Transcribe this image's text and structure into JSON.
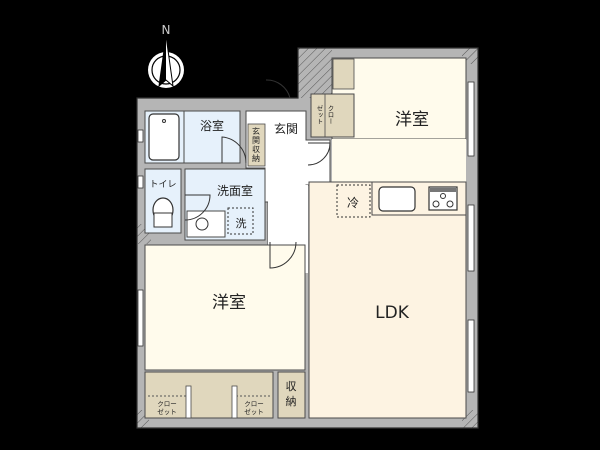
{
  "compass": {
    "label": "N"
  },
  "rooms": {
    "bath": "浴室",
    "entrance": "玄関",
    "entrance_storage": [
      "玄",
      "関",
      "収",
      "納"
    ],
    "toilet": "トイレ",
    "washroom": "洗面室",
    "washer": "洗",
    "bedroom_north": "洋室",
    "closet_north": [
      "クロー",
      "ゼット"
    ],
    "fridge": "冷",
    "ldk": "LDK",
    "bedroom_south": "洋室",
    "closet_south_left": [
      "クロー",
      "ゼット"
    ],
    "closet_south_right": [
      "クロー",
      "ゼット"
    ],
    "storage": [
      "収",
      "納"
    ]
  },
  "colors": {
    "background": "#000000",
    "wall": "#b5b5b5",
    "wall_line": "#4a4a4a",
    "bedroom_floor": "#fffbec",
    "ldk_floor": "#fdf3e2",
    "wet_floor": "#e6f1fb",
    "corridor_floor": "#ffffff",
    "closet": "#e0d7bd"
  }
}
